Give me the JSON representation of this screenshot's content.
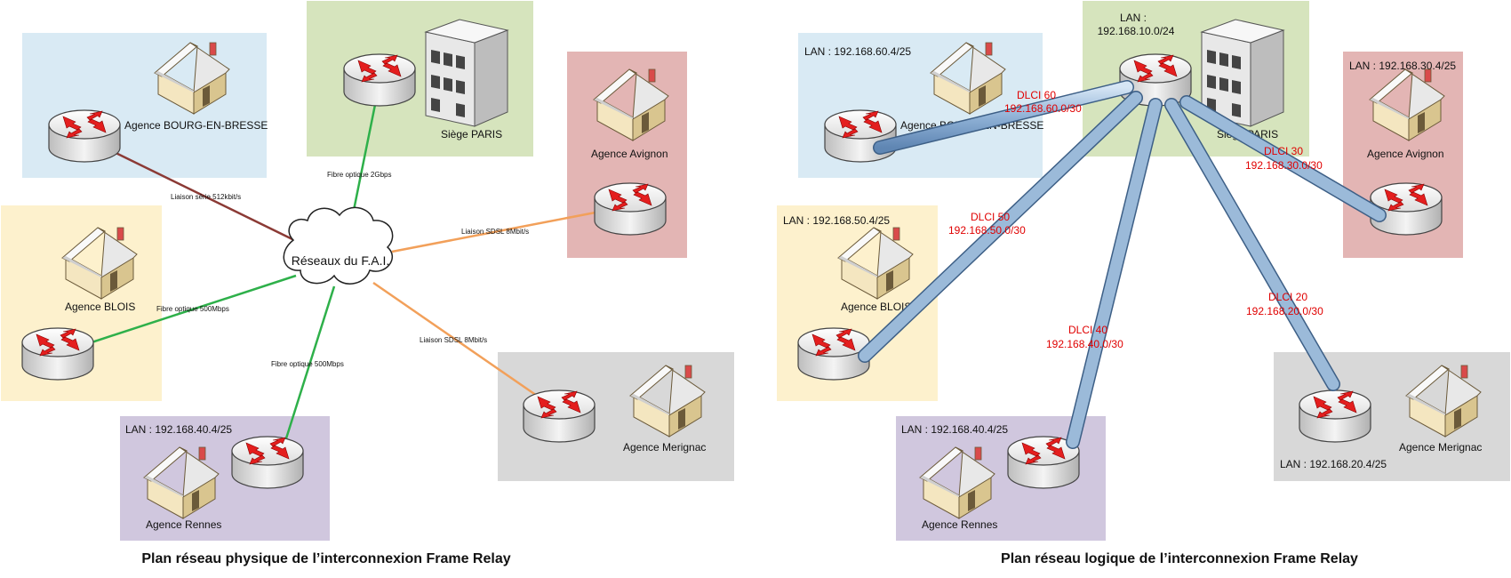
{
  "colors": {
    "blue": "#d9eaf4",
    "green": "#d6e4bd",
    "red": "#e3b5b4",
    "yellow": "#fdf1cd",
    "purple": "#d0c7de",
    "grey": "#d8d8d8",
    "link_serial": "#8b3a35",
    "link_fibre": "#2eb04a",
    "link_sdsl": "#f2a05a",
    "pipe": "#9bbad9",
    "annotation": "#e00000"
  },
  "physical": {
    "title": "Plan réseau physique de l’interconnexion Frame Relay",
    "cloud_label": "Réseaux du F.A.I.",
    "sites": {
      "bourg": "Agence BOURG-EN-BRESSE",
      "paris": "Siège PARIS",
      "avignon": "Agence Avignon",
      "blois": "Agence BLOIS",
      "rennes": "Agence Rennes",
      "merignac": "Agence Merignac"
    },
    "rennes_lan": "LAN : 192.168.40.4/25",
    "links": {
      "bourg": "Liaison série 512kbit/s",
      "paris": "Fibre optique 2Gbps",
      "avignon": "Liaison SDSL 8Mbit/s",
      "blois": "Fibre optique 500Mbps",
      "rennes": "Fibre optique 500Mbps",
      "merignac": "Liaison SDSL 8Mbit/s"
    }
  },
  "logical": {
    "title": "Plan réseau logique de l’interconnexion Frame Relay",
    "sites": {
      "bourg": "Agence BOURG-EN-BRESSE",
      "paris": "Siège PARIS",
      "avignon": "Agence Avignon",
      "blois": "Agence BLOIS",
      "rennes": "Agence Rennes",
      "merignac": "Agence Merignac"
    },
    "lans": {
      "paris_line1": "LAN :",
      "paris_line2": "192.168.10.0/24",
      "bourg": "LAN : 192.168.60.4/25",
      "avignon": "LAN : 192.168.30.4/25",
      "blois": "LAN : 192.168.50.4/25",
      "rennes": "LAN : 192.168.40.4/25",
      "merignac": "LAN : 192.168.20.4/25"
    },
    "dlci": {
      "d60": {
        "name": "DLCI 60",
        "net": "192.168.60.0/30"
      },
      "d50": {
        "name": "DLCI 50",
        "net": "192.168.50.0/30"
      },
      "d40": {
        "name": "DLCI 40",
        "net": "192.168.40.0/30"
      },
      "d30": {
        "name": "DLCI 30",
        "net": "192.168.30.0/30"
      },
      "d20": {
        "name": "DLCI 20",
        "net": "192.168.20.0/30"
      }
    }
  }
}
